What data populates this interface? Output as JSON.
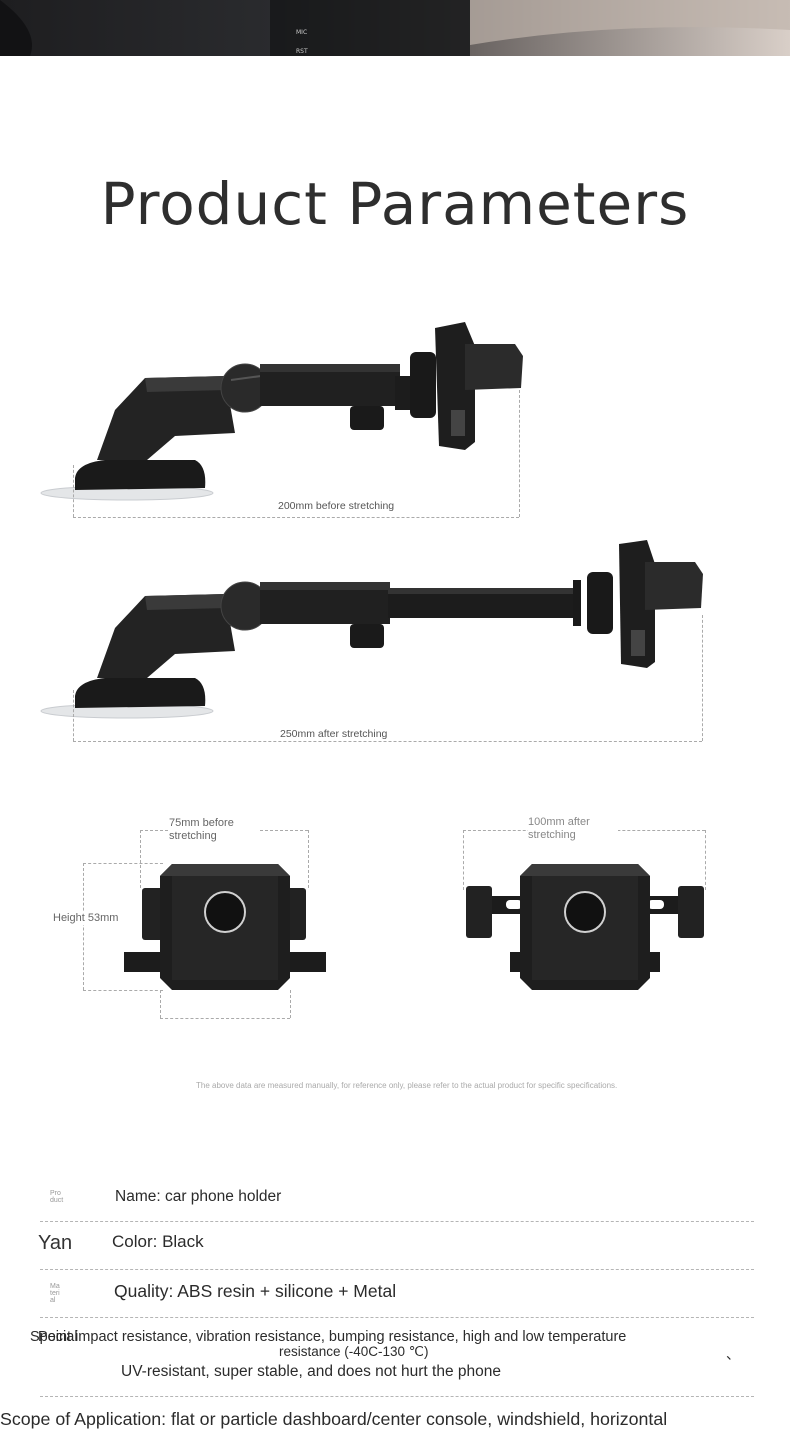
{
  "title": "Product Parameters",
  "hero": {
    "panel_labels": [
      "MIC",
      "RST"
    ]
  },
  "dimensions": {
    "length_before": "200mm before stretching",
    "length_after": "250mm after stretching",
    "width_before": "75mm before stretching",
    "width_after": "100mm after stretching",
    "height": "Height 53mm"
  },
  "note": "The above data are measured manually, for reference only, please refer to the actual product for specific specifications.",
  "params": {
    "name": {
      "side_label": "Product",
      "text": "Name: car phone holder"
    },
    "color": {
      "side_label": "Yan",
      "text": "Color: Black"
    },
    "quality": {
      "side_label": "Material",
      "text": "Quality: ABS resin + silicone + Metal"
    },
    "special": {
      "side_label": "Special",
      "line1": "Point impact resistance, vibration resistance, bumping resistance, high and low temperature",
      "line2": "resistance (-40C-130 ℃)",
      "line3": "UV-resistant, super stable, and does not hurt the phone",
      "mark": "、"
    },
    "scope": {
      "text": "Scope of Application: flat or particle dashboard/center console, windshield, horizontal"
    }
  }
}
